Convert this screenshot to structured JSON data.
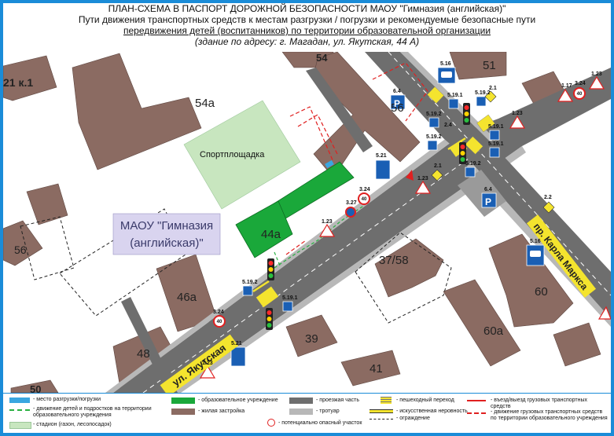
{
  "header": {
    "line1": "ПЛАН-СХЕМА В ПАСПОРТ ДОРОЖНОЙ БЕЗОПАСНОСТИ МАОУ \"Гимназия (английская)\"",
    "line2": "Пути движения транспортных средств к местам разгрузки / погрузки и рекомендуемые безопасные пути",
    "line3": "передвижения детей (воспитанников) по территории образовательной организации",
    "line4": "(здание по адресу: г. Магадан, ул. Якутская, 44 А)"
  },
  "buildings": {
    "b54": "54",
    "b54a": "54а",
    "b51": "51",
    "b21k1": "21 к.1",
    "b56": "56",
    "b56left": "56",
    "b44a": "44а",
    "b46a": "46а",
    "b48": "48",
    "b3758": "37/58",
    "b39": "39",
    "b41": "41",
    "b60": "60",
    "b60a": "60а",
    "b50": "50"
  },
  "labels": {
    "sportsground": "Спортплощадка",
    "school_line1": "МАОУ \"Гимназия",
    "school_line2": "(английская)\"",
    "street_yakutskaya": "ул. Якутская",
    "street_karl_marx": "пр. Карла Маркса"
  },
  "signs": {
    "s516a": "5.16",
    "s516b": "5.16",
    "s64a": "6.4",
    "s64b": "6.4",
    "s521a": "5.21",
    "s521b": "5.21",
    "s5191": "5.19.1",
    "s5192": "5.19.2",
    "s123": "1.23",
    "s117": "1.17",
    "s324": "3.24",
    "s327": "3.27",
    "s24": "2.4",
    "s21": "2.1",
    "s22": "2.2",
    "speed40": "40",
    "parking": "P"
  },
  "legend": {
    "unload": "- место разгрузки/погрузки",
    "children_path": "- движение детей и подростков на территории образовательного учреждения",
    "stadium": "- стадион (газон, лесопосадок)",
    "edu": "- образовательное учреждение",
    "housing": "- жилая застройка",
    "roadway": "- проезжая часть",
    "sidewalk": "- тротуар",
    "danger": "- потенциально опасный участок",
    "crossing": "- пешеходный переход",
    "bump": "- искусственная неровность",
    "fence": "- ограждение",
    "truck_entry": "- въезд/выезд грузовых транспортных средств",
    "truck_move": "- движение грузовых транспортных средств по территории образовательного учреждения"
  },
  "colors": {
    "frame": "#1a8cd8",
    "building": "#8b6b62",
    "school": "#1aa83a",
    "stadium": "#c8e6bf",
    "road": "#6e6e6e",
    "sidewalk": "#b8b8b8",
    "street_label": "#f4e42e",
    "route_red": "#e02020",
    "route_green": "#28b040"
  }
}
